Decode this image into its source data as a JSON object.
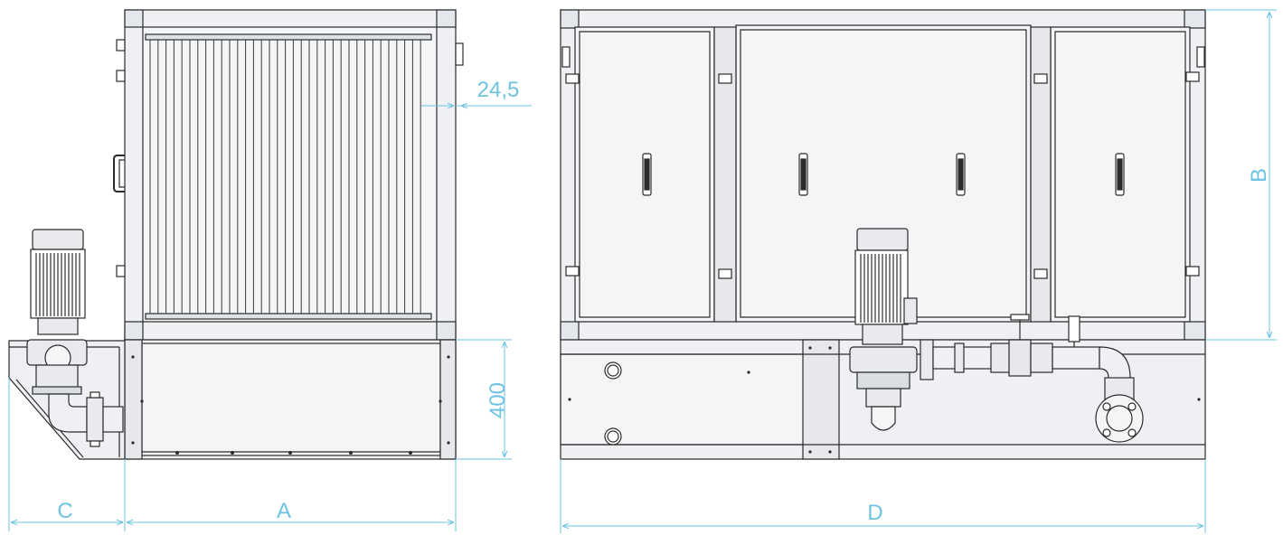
{
  "dimensions": {
    "a": "A",
    "b": "B",
    "c": "C",
    "d": "D",
    "height_400": "400",
    "gap": "24,5"
  },
  "colors": {
    "line": "#2b2b2b",
    "panel": "#eef0f3",
    "panel_inner": "#f4f5f7",
    "dimension": "#6ec3e2",
    "dark": "#1d1d1d"
  }
}
